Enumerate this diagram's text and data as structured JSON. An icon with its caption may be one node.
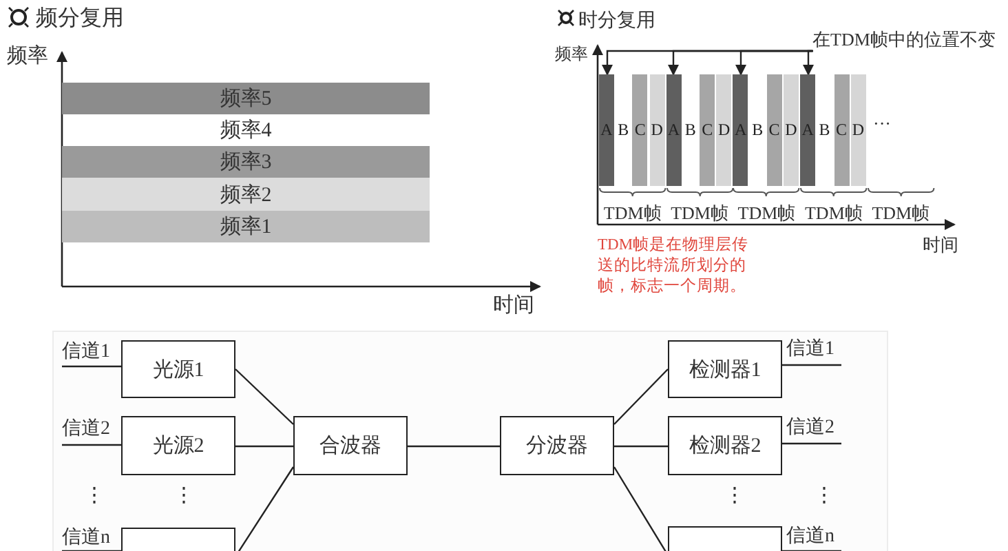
{
  "diagram": {
    "nodes": [
      {
        "text": [
          "频率5"
        ]
      },
      {
        "text": [
          "频率4"
        ]
      },
      {
        "text": [
          "频率3"
        ]
      },
      {
        "text": [
          "频率2"
        ]
      },
      {
        "text": [
          "频率1"
        ]
      },
      {
        "text": [
          "在TDM帧中的位置不变"
        ]
      },
      {
        "text": [
          "A"
        ]
      },
      {
        "text": [
          "B"
        ]
      },
      {
        "text": [
          "C"
        ]
      },
      {
        "text": [
          "D"
        ]
      },
      {
        "text": [
          "A"
        ]
      },
      {
        "text": [
          "B"
        ]
      },
      {
        "text": [
          "C"
        ]
      },
      {
        "text": [
          "D"
        ]
      },
      {
        "text": [
          "A"
        ]
      },
      {
        "text": [
          "B"
        ]
      },
      {
        "text": [
          "C"
        ]
      },
      {
        "text": [
          "D"
        ]
      },
      {
        "text": [
          "A"
        ]
      },
      {
        "text": [
          "B"
        ]
      },
      {
        "text": [
          "C"
        ]
      },
      {
        "text": [
          "D"
        ]
      },
      {
        "text": [
          "信道1"
        ]
      },
      {
        "text": [
          "光源1"
        ]
      },
      {
        "text": [
          "检测器1"
        ]
      },
      {
        "text": [
          "信道1"
        ]
      },
      {
        "text": [
          "信道2"
        ]
      },
      {
        "text": [
          "光源2"
        ]
      },
      {
        "text": [
          "合波器"
        ]
      },
      {
        "text": [
          "分波器"
        ]
      },
      {
        "text": [
          "检测器2"
        ]
      },
      {
        "text": [
          "信道2"
        ]
      },
      {
        "text": [
          "信道n"
        ]
      },
      {
        "text": [],
        "shape": "box"
      },
      {
        "text": [],
        "shape": "box"
      },
      {
        "text": [
          "信道n"
        ]
      }
    ],
    "edges": [
      {
        "from": 5,
        "to": 6,
        "arrow": "to"
      },
      {
        "from": 5,
        "to": 10,
        "arrow": "to"
      },
      {
        "from": 5,
        "to": 14,
        "arrow": "to"
      },
      {
        "from": 5,
        "to": 18,
        "arrow": "to"
      },
      {
        "from": 22,
        "to": 23,
        "arrow": "none"
      },
      {
        "from": 26,
        "to": 27,
        "arrow": "none"
      },
      {
        "from": 32,
        "to": 33,
        "arrow": "none"
      },
      {
        "from": 23,
        "to": 28,
        "arrow": "none"
      },
      {
        "from": 27,
        "to": 28,
        "arrow": "none"
      },
      {
        "from": 33,
        "to": 28,
        "arrow": "none"
      },
      {
        "from": 28,
        "to": 29,
        "arrow": "none"
      },
      {
        "from": 29,
        "to": 24,
        "arrow": "none"
      },
      {
        "from": 29,
        "to": 30,
        "arrow": "none"
      },
      {
        "from": 29,
        "to": 34,
        "arrow": "none"
      },
      {
        "from": 24,
        "to": 25,
        "arrow": "none"
      },
      {
        "from": 30,
        "to": 31,
        "arrow": "none"
      },
      {
        "from": 34,
        "to": 35,
        "arrow": "none"
      }
    ],
    "labels": [
      "频分复用",
      "频率",
      "时间",
      "时分复用",
      "频率",
      "···",
      "TDM帧",
      "TDM帧",
      "TDM帧",
      "TDM帧",
      "TDM帧",
      "时间",
      "TDM帧是在物理层传送的比特流所划分的帧，标志一个周期。",
      "⋮",
      "⋮",
      "⋮",
      "⋮"
    ]
  }
}
